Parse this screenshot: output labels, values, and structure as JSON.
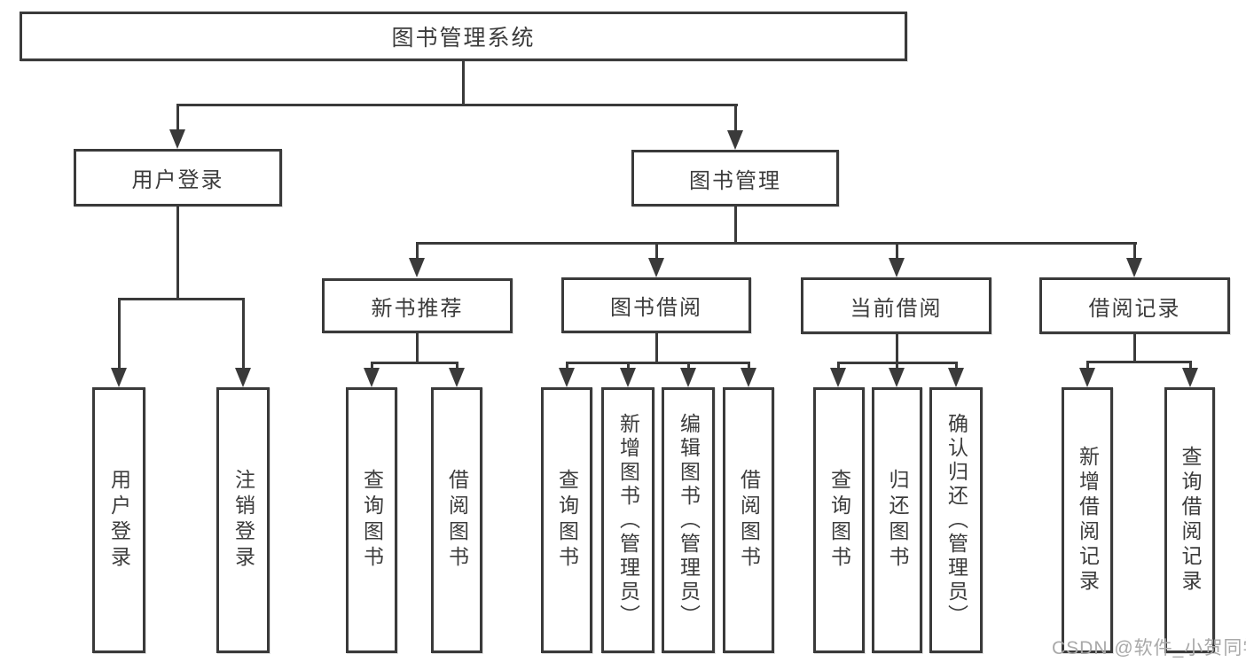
{
  "diagram": {
    "root": {
      "label": "图书管理系统"
    },
    "level2": {
      "user_login": {
        "label": "用户登录"
      },
      "book_management": {
        "label": "图书管理"
      }
    },
    "level3": {
      "new_book_recommend": {
        "label": "新书推荐"
      },
      "book_borrow": {
        "label": "图书借阅"
      },
      "current_borrow": {
        "label": "当前借阅"
      },
      "borrow_records": {
        "label": "借阅记录"
      }
    },
    "leaves": {
      "user_login": [
        {
          "label": "用户登录"
        },
        {
          "label": "注销登录"
        }
      ],
      "new_book_recommend": [
        {
          "label": "查询图书"
        },
        {
          "label": "借阅图书"
        }
      ],
      "book_borrow": [
        {
          "label": "查询图书"
        },
        {
          "label": "新增图书（管理员）"
        },
        {
          "label": "编辑图书（管理员）"
        },
        {
          "label": "借阅图书"
        }
      ],
      "current_borrow": [
        {
          "label": "查询图书"
        },
        {
          "label": "归还图书"
        },
        {
          "label": "确认归还（管理员）"
        }
      ],
      "borrow_records": [
        {
          "label": "新增借阅记录"
        },
        {
          "label": "查询借阅记录"
        }
      ]
    },
    "watermark": "CSDN @软件_小贺同学",
    "colors": {
      "line": "#3a3a3a",
      "text": "#3c3c3c",
      "box_background": "#ffffff",
      "watermark": "#a9a9a9"
    }
  }
}
